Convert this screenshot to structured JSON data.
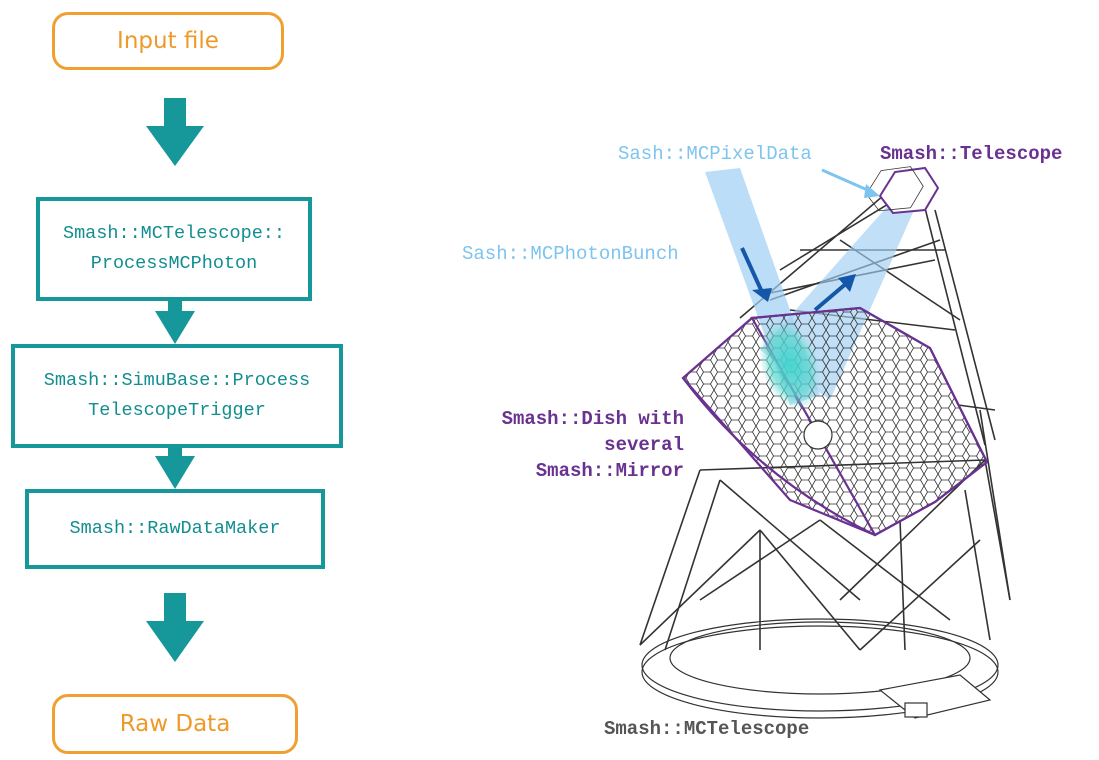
{
  "flow": {
    "input": "Input file",
    "step1_line1": "Smash::MCTelescope::",
    "step1_line2": "ProcessMCPhoton",
    "step2_line1": "Smash::SimuBase::Process",
    "step2_line2": "TelescopeTrigger",
    "step3": "Smash::RawDataMaker",
    "output": "Raw Data"
  },
  "labels": {
    "pixel_data": "Sash::MCPixelData",
    "telescope": "Smash::Telescope",
    "photon_bunch": "Sash::MCPhotonBunch",
    "dish_line1": "Smash::Dish with",
    "dish_line2": "several",
    "dish_line3": "Smash::Mirror",
    "mc_telescope": "Smash::MCTelescope"
  },
  "colors": {
    "teal": "#16979a",
    "orange": "#f0a030",
    "light_blue": "#7ec4ef",
    "dark_blue": "#1456a8",
    "purple": "#6a3290"
  }
}
